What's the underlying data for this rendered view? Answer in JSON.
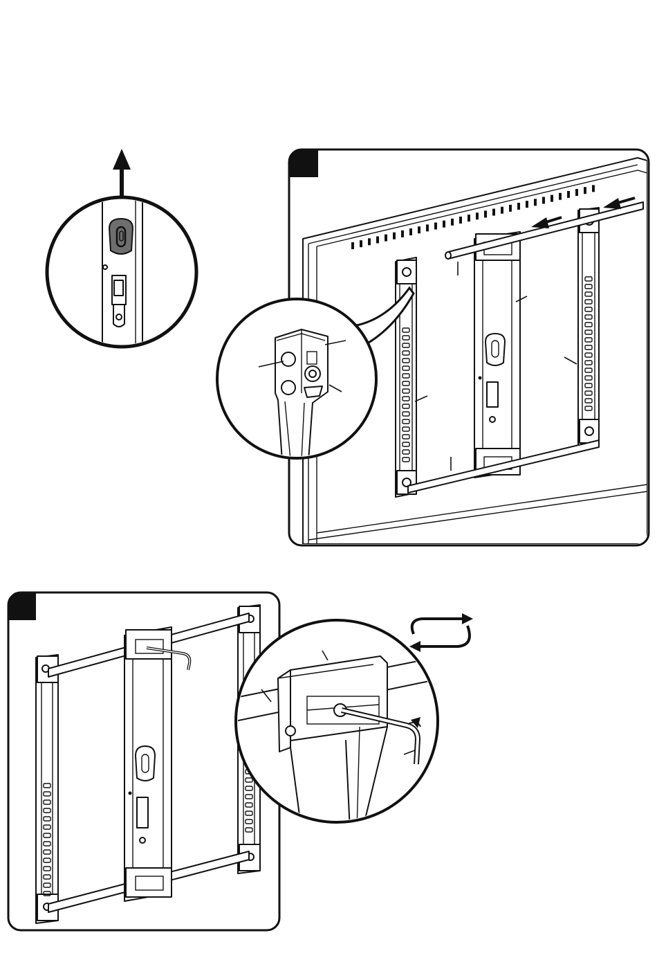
{
  "page": {
    "background": "#ffffff",
    "ink": "#111111",
    "accent_fill": "#6e6e6e"
  },
  "panels": [
    {
      "id": "step-1",
      "marker_text": "",
      "content": "tv-back-with-rails-and-bars"
    },
    {
      "id": "step-2",
      "marker_text": "",
      "content": "frame-assembly-with-hex-key"
    }
  ],
  "icons": {
    "up_arrow": "arrow-up-icon",
    "slide_arrow": "arrow-left-icon",
    "rotate": "rotate-cycle-icon",
    "hex_key": "hex-key-icon",
    "lock_tab": "lock-tab-icon"
  }
}
